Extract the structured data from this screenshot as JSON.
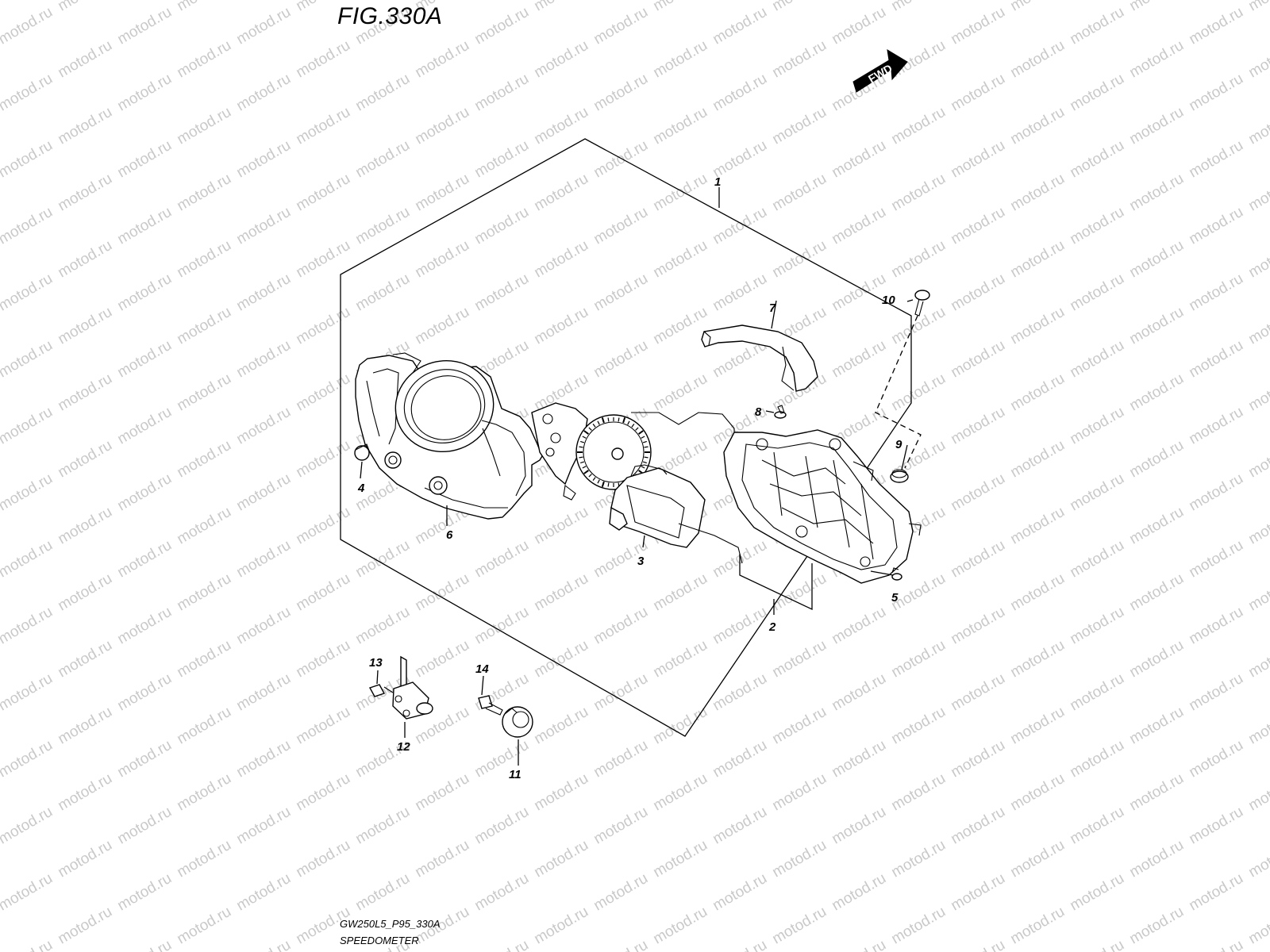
{
  "figure": {
    "title": "FIG.330A"
  },
  "direction_badge": {
    "label": "FWD"
  },
  "watermark": {
    "text": "motod.ru"
  },
  "callouts": [
    {
      "id": "1",
      "label": "1"
    },
    {
      "id": "2",
      "label": "2"
    },
    {
      "id": "3",
      "label": "3"
    },
    {
      "id": "4",
      "label": "4"
    },
    {
      "id": "5",
      "label": "5"
    },
    {
      "id": "6",
      "label": "6"
    },
    {
      "id": "7",
      "label": "7"
    },
    {
      "id": "8",
      "label": "8"
    },
    {
      "id": "9",
      "label": "9"
    },
    {
      "id": "10",
      "label": "10"
    },
    {
      "id": "11",
      "label": "11"
    },
    {
      "id": "12",
      "label": "12"
    },
    {
      "id": "13",
      "label": "13"
    },
    {
      "id": "14",
      "label": "14"
    }
  ],
  "footer": {
    "diagram_code": "GW250L5_P95_330A",
    "diagram_name": "SPEEDOMETER"
  }
}
